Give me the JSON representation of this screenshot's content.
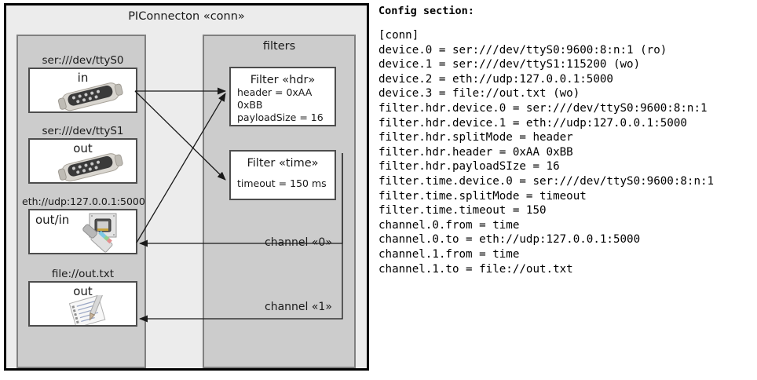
{
  "diagram": {
    "title": "PIConnecton «conn»",
    "devices_panel": {
      "name": "devices",
      "groups": [
        {
          "caption": "ser:///dev/ttyS0",
          "label": "in",
          "icon": "serial-port-icon",
          "label_align": "center"
        },
        {
          "caption": "ser:///dev/ttyS1",
          "label": "out",
          "icon": "serial-port-icon",
          "label_align": "center"
        },
        {
          "caption": "eth://udp:127.0.0.1:5000",
          "label": "out/in",
          "icon": "network-jack-icon",
          "label_align": "left"
        },
        {
          "caption": "file://out.txt",
          "label": "out",
          "icon": "text-file-icon",
          "label_align": "center"
        }
      ]
    },
    "filters_panel": {
      "title": "filters",
      "filters": [
        {
          "title": "Filter «hdr»",
          "attrs": [
            "header = 0xAA 0xBB",
            "payloadSize = 16"
          ]
        },
        {
          "title": "Filter «time»",
          "attrs": [
            "timeout = 150 ms"
          ]
        }
      ]
    },
    "channels": [
      {
        "label": "channel «0»"
      },
      {
        "label": "channel «1»"
      }
    ],
    "colors": {
      "outer_background": "#ececec",
      "panel_background": "#cccccc",
      "panel_border": "#808080",
      "box_background": "#ffffff",
      "box_border": "#4d4d4d",
      "outer_border": "#000000",
      "wire": "#1a1a1a"
    }
  },
  "config": {
    "heading": "Config section:",
    "lines": [
      "[conn]",
      "device.0 = ser:///dev/ttyS0:9600:8:n:1 (ro)",
      "device.1 = ser:///dev/ttyS1:115200 (wo)",
      "device.2 = eth://udp:127.0.0.1:5000",
      "device.3 = file://out.txt (wo)",
      "filter.hdr.device.0 = ser:///dev/ttyS0:9600:8:n:1",
      "filter.hdr.device.1 = eth://udp:127.0.0.1:5000",
      "filter.hdr.splitMode = header",
      "filter.hdr.header = 0xAA 0xBB",
      "filter.hdr.payloadSIze = 16",
      "filter.time.device.0 = ser:///dev/ttyS0:9600:8:n:1",
      "filter.time.splitMode = timeout",
      "filter.time.timeout = 150",
      "channel.0.from = time",
      "channel.0.to = eth://udp:127.0.0.1:5000",
      "channel.1.from = time",
      "channel.1.to = file://out.txt"
    ]
  }
}
